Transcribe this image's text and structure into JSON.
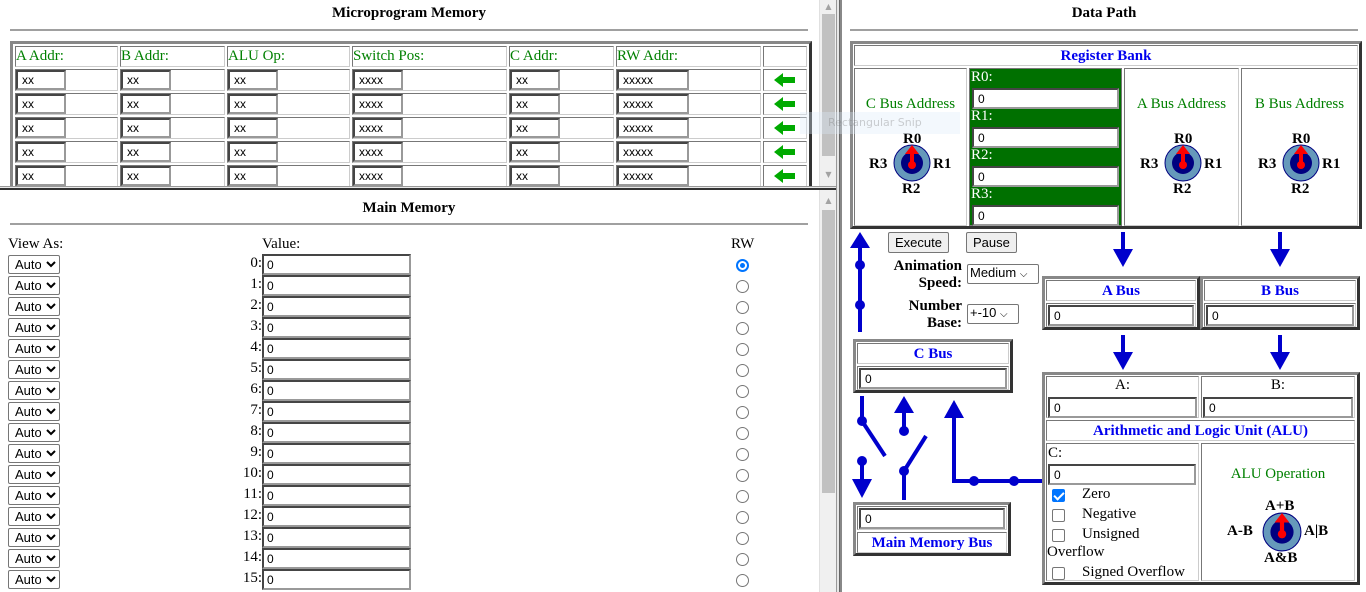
{
  "microprogram": {
    "title": "Microprogram Memory",
    "headers": [
      "A Addr:",
      "B Addr:",
      "ALU Op:",
      "Switch Pos:",
      "C Addr:",
      "RW Addr:"
    ],
    "rows": [
      {
        "a": "xx",
        "b": "xx",
        "alu": "xx",
        "sw": "xxxx",
        "c": "xx",
        "rw": "xxxxx"
      },
      {
        "a": "xx",
        "b": "xx",
        "alu": "xx",
        "sw": "xxxx",
        "c": "xx",
        "rw": "xxxxx"
      },
      {
        "a": "xx",
        "b": "xx",
        "alu": "xx",
        "sw": "xxxx",
        "c": "xx",
        "rw": "xxxxx"
      },
      {
        "a": "xx",
        "b": "xx",
        "alu": "xx",
        "sw": "xxxx",
        "c": "xx",
        "rw": "xxxxx"
      },
      {
        "a": "xx",
        "b": "xx",
        "alu": "xx",
        "sw": "xxxx",
        "c": "xx",
        "rw": "xxxxx"
      }
    ],
    "arrow_color": "#00aa00"
  },
  "main_memory": {
    "title": "Main Memory",
    "view_as_label": "View As:",
    "value_label": "Value:",
    "rw_label": "RW",
    "rows": [
      {
        "view": "Auto",
        "index": "0:",
        "value": "0",
        "rw": true
      },
      {
        "view": "Auto",
        "index": "1:",
        "value": "0",
        "rw": false
      },
      {
        "view": "Auto",
        "index": "2:",
        "value": "0",
        "rw": false
      },
      {
        "view": "Auto",
        "index": "3:",
        "value": "0",
        "rw": false
      },
      {
        "view": "Auto",
        "index": "4:",
        "value": "0",
        "rw": false
      },
      {
        "view": "Auto",
        "index": "5:",
        "value": "0",
        "rw": false
      },
      {
        "view": "Auto",
        "index": "6:",
        "value": "0",
        "rw": false
      },
      {
        "view": "Auto",
        "index": "7:",
        "value": "0",
        "rw": false
      },
      {
        "view": "Auto",
        "index": "8:",
        "value": "0",
        "rw": false
      },
      {
        "view": "Auto",
        "index": "9:",
        "value": "0",
        "rw": false
      },
      {
        "view": "Auto",
        "index": "10:",
        "value": "0",
        "rw": false
      },
      {
        "view": "Auto",
        "index": "11:",
        "value": "0",
        "rw": false
      },
      {
        "view": "Auto",
        "index": "12:",
        "value": "0",
        "rw": false
      },
      {
        "view": "Auto",
        "index": "13:",
        "value": "0",
        "rw": false
      },
      {
        "view": "Auto",
        "index": "14:",
        "value": "0",
        "rw": false
      },
      {
        "view": "Auto",
        "index": "15:",
        "value": "0",
        "rw": false
      }
    ]
  },
  "datapath": {
    "title": "Data Path",
    "register_bank": {
      "title": "Register Bank",
      "c_bus_address": "C Bus Address",
      "a_bus_address": "A Bus Address",
      "b_bus_address": "B Bus Address",
      "registers": [
        {
          "label": "R0:",
          "value": "0"
        },
        {
          "label": "R1:",
          "value": "0"
        },
        {
          "label": "R2:",
          "value": "0"
        },
        {
          "label": "R3:",
          "value": "0"
        }
      ],
      "knob_labels": {
        "top": "R0",
        "right": "R1",
        "bottom": "R2",
        "left": "R3"
      }
    },
    "controls": {
      "execute": "Execute",
      "pause": "Pause",
      "animation_speed_label_1": "Animation",
      "animation_speed_label_2": "Speed:",
      "animation_speed_value": "Medium",
      "number_base_label_1": "Number",
      "number_base_label_2": "Base:",
      "number_base_value": "+-10"
    },
    "a_bus": {
      "title": "A Bus",
      "value": "0"
    },
    "b_bus": {
      "title": "B Bus",
      "value": "0"
    },
    "c_bus": {
      "title": "C Bus",
      "value": "0"
    },
    "main_memory_bus": {
      "title": "Main Memory Bus",
      "value": "0"
    },
    "alu": {
      "title": "Arithmetic and Logic Unit (ALU)",
      "a_label": "A:",
      "a_value": "0",
      "b_label": "B:",
      "b_value": "0",
      "c_label": "C:",
      "c_value": "0",
      "flags": [
        {
          "label": "Zero",
          "checked": true
        },
        {
          "label": "Negative",
          "checked": false
        },
        {
          "label": "Unsigned",
          "checked": false
        },
        {
          "label": "Signed Overflow",
          "checked": false
        }
      ],
      "overflow_label": "Overflow",
      "operation_label": "ALU Operation",
      "op_knob": {
        "top": "A+B",
        "right": "A|B",
        "bottom": "A&B",
        "left": "A-B"
      }
    },
    "colors": {
      "bus": "#0000cc",
      "register_bg": "#007000",
      "knob_outer": "#6699bb",
      "knob_inner": "#000080",
      "pointer": "#ff0000"
    }
  },
  "overlay": {
    "snip_tooltip": "Rectangular Snip"
  }
}
